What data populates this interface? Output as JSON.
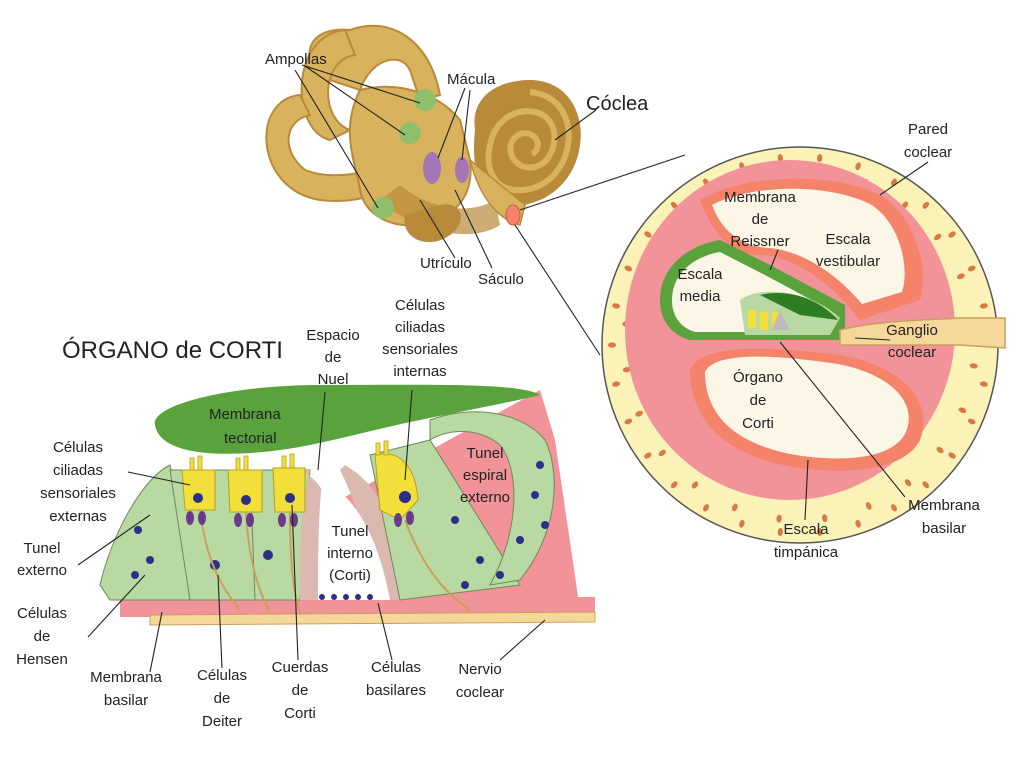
{
  "labels": {
    "ampollas": "Ampollas",
    "macula": "Mácula",
    "coclea": "Cóclea",
    "utriculo": "Utrículo",
    "saculo": "Sáculo",
    "pared_coclear": [
      "Pared",
      "coclear"
    ],
    "membrana_reissner": [
      "Membrana",
      "de",
      "Reissner"
    ],
    "escala_vestibular": [
      "Escala",
      "vestibular"
    ],
    "escala_media": [
      "Escala",
      "media"
    ],
    "ganglio_coclear": [
      "Ganglio",
      "coclear"
    ],
    "organo_corti_small": [
      "Órgano",
      "de",
      "Corti"
    ],
    "membrana_basilar_right": [
      "Membrana",
      "basilar"
    ],
    "escala_timpanica": [
      "Escala",
      "timpánica"
    ],
    "organo_title": "ÓRGANO de CORTI",
    "espacio_nuel": [
      "Espacio",
      "de",
      "Nuel"
    ],
    "celulas_internas": [
      "Células",
      "ciliadas",
      "sensoriales",
      "internas"
    ],
    "membrana_tectorial": [
      "Membrana",
      "tectorial"
    ],
    "tunel_espiral": [
      "Tunel",
      "espiral",
      "externo"
    ],
    "celulas_externas": [
      "Células",
      "ciliadas",
      "sensoriales",
      "externas"
    ],
    "tunel_externo": [
      "Tunel",
      "externo"
    ],
    "tunel_interno": [
      "Tunel",
      "interno",
      "(Corti)"
    ],
    "celulas_hensen": [
      "Células",
      "de",
      "Hensen"
    ],
    "membrana_basilar_left": [
      "Membrana",
      "basilar"
    ],
    "celulas_deiter": [
      "Células",
      "de",
      "Deiter"
    ],
    "cuerdas_corti": [
      "Cuerdas",
      "de",
      "Corti"
    ],
    "celulas_basilares": [
      "Células",
      "basilares"
    ],
    "nervio_coclear": [
      "Nervio",
      "coclear"
    ]
  },
  "colors": {
    "bone": "#d9b25e",
    "bone_dark": "#b88a3a",
    "cochlea_wall": "#fbf2b8",
    "pink": "#f2939a",
    "salmon": "#f4836a",
    "green_dark": "#5aa33c",
    "green_light": "#b8d9a2",
    "yellow_cell": "#f2df3a",
    "nucleus": "#2a2f8a",
    "purple": "#9a6ac4",
    "cream": "#fbf6e6"
  }
}
